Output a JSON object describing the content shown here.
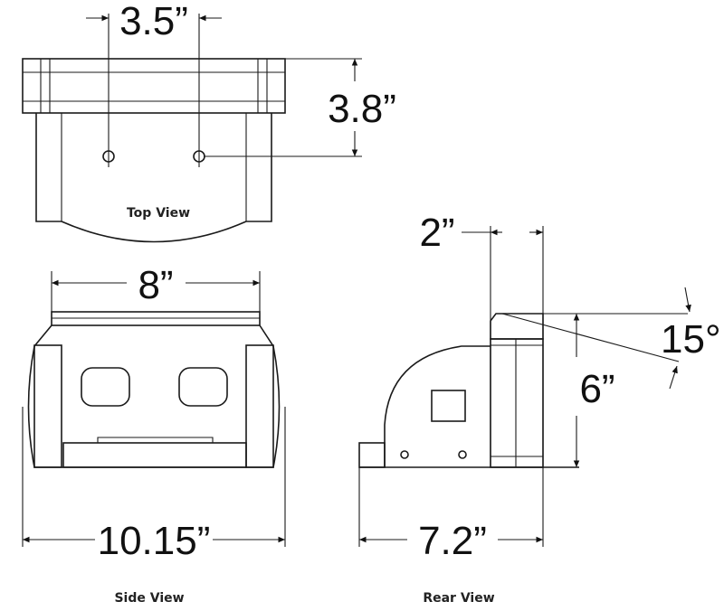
{
  "top_view": {
    "label": "Top View",
    "dim_width": "3.5”",
    "dim_depth": "3.8”"
  },
  "side_view": {
    "label": "Side View",
    "dim_top": "8”",
    "dim_bottom": "10.15”"
  },
  "rear_view": {
    "label": "Rear View",
    "dim_column": "2”",
    "dim_angle": "15°",
    "dim_height": "6”",
    "dim_base": "7.2”"
  },
  "colors": {
    "line": "#1a1a1a",
    "background": "#ffffff"
  }
}
